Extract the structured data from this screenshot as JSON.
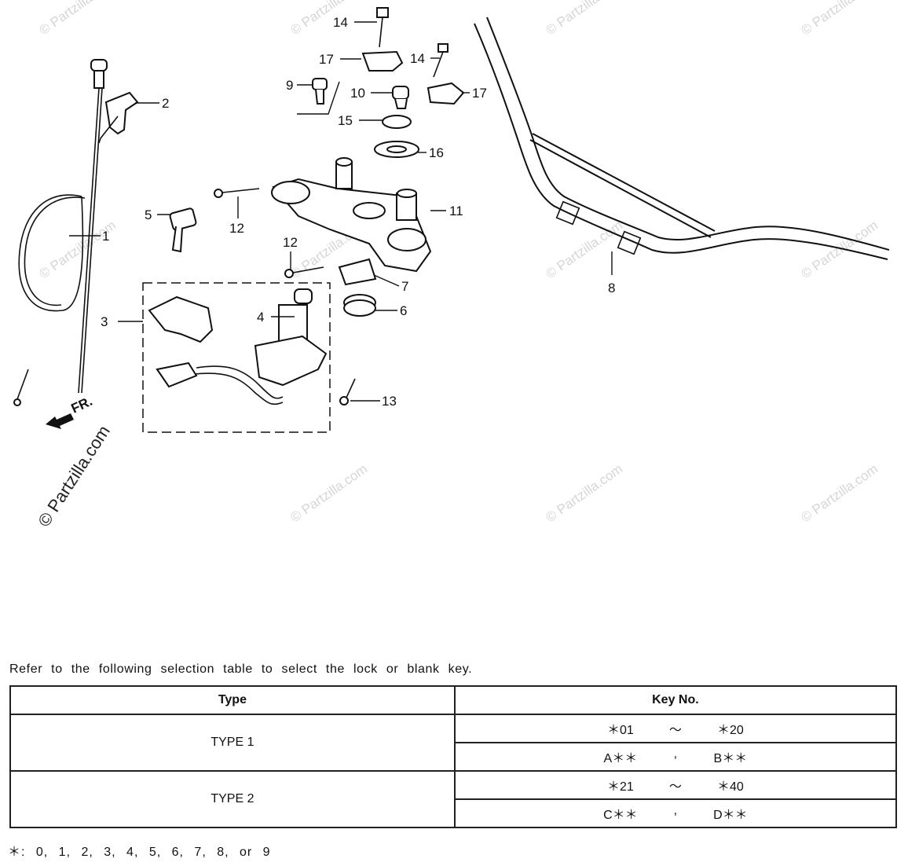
{
  "diagram": {
    "callouts": [
      "1",
      "2",
      "3",
      "4",
      "5",
      "6",
      "7",
      "8",
      "9",
      "10",
      "11",
      "12",
      "12",
      "13",
      "14",
      "14",
      "15",
      "16",
      "17",
      "17"
    ],
    "direction_label": "FR.",
    "watermark": "© Partzilla.com"
  },
  "selection": {
    "intro": "Refer to the following selection table to select the lock or blank key.",
    "headers": {
      "type": "Type",
      "key": "Key No."
    },
    "rows": [
      {
        "type": "TYPE 1",
        "keys": [
          [
            "＊01",
            "～",
            "＊20"
          ],
          [
            "A＊＊",
            ",",
            "B＊＊"
          ]
        ]
      },
      {
        "type": "TYPE 2",
        "keys": [
          [
            "＊21",
            "～",
            "＊40"
          ],
          [
            "C＊＊",
            ",",
            "D＊＊"
          ]
        ]
      }
    ],
    "footnote": "＊: 0, 1, 2, 3, 4, 5, 6, 7, 8, or 9"
  }
}
